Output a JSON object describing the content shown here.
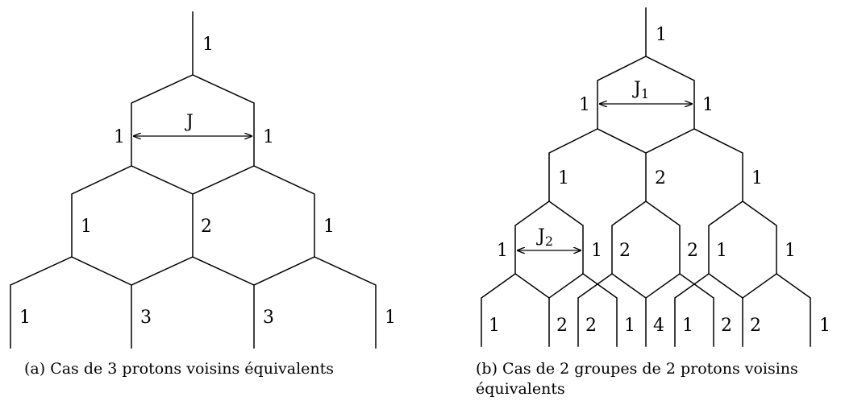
{
  "panel_a": {
    "caption": "(a) Cas de 3 protons voisins équivalents",
    "coupling_label": "J",
    "labels": [
      "1",
      "1",
      "1",
      "1",
      "2",
      "1",
      "1",
      "3",
      "3",
      "1"
    ]
  },
  "panel_b": {
    "caption_line1": "(b) Cas de 2 groupes de 2 protons voisins",
    "caption_line2": "équivalents",
    "coupling_label_1": "J",
    "coupling_label_1_sub": "1",
    "coupling_label_2": "J",
    "coupling_label_2_sub": "2",
    "labels": [
      "1",
      "1",
      "1",
      "1",
      "2",
      "1",
      "1",
      "1",
      "2",
      "2",
      "1",
      "1",
      "1",
      "2",
      "2",
      "1",
      "4",
      "1",
      "2",
      "2",
      "1"
    ]
  }
}
